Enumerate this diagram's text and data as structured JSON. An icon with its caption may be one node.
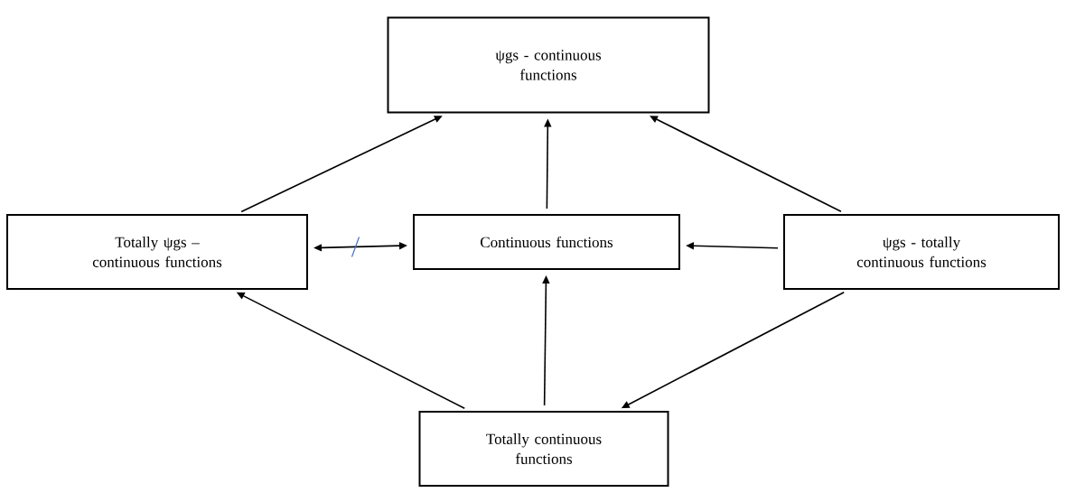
{
  "diagram": {
    "nodes": [
      {
        "text": [
          "ψgs - continuous functions"
        ]
      },
      {
        "text": [
          "Totally ψgs – continuous functions"
        ]
      },
      {
        "text": [
          "Continuous functions"
        ]
      },
      {
        "text": [
          "ψgs - totally continuous functions"
        ]
      },
      {
        "text": [
          "Totally continuous functions"
        ]
      }
    ],
    "edges": [
      {
        "from": 1,
        "to": 0,
        "arrow": "to"
      },
      {
        "from": 2,
        "to": 0,
        "arrow": "to"
      },
      {
        "from": 3,
        "to": 0,
        "arrow": "to"
      },
      {
        "from": 1,
        "to": 2,
        "arrow": "both"
      },
      {
        "from": 3,
        "to": 2,
        "arrow": "to"
      },
      {
        "from": 4,
        "to": 2,
        "arrow": "to"
      },
      {
        "from": 4,
        "to": 1,
        "arrow": "to"
      },
      {
        "from": 3,
        "to": 4,
        "arrow": "to"
      }
    ]
  }
}
